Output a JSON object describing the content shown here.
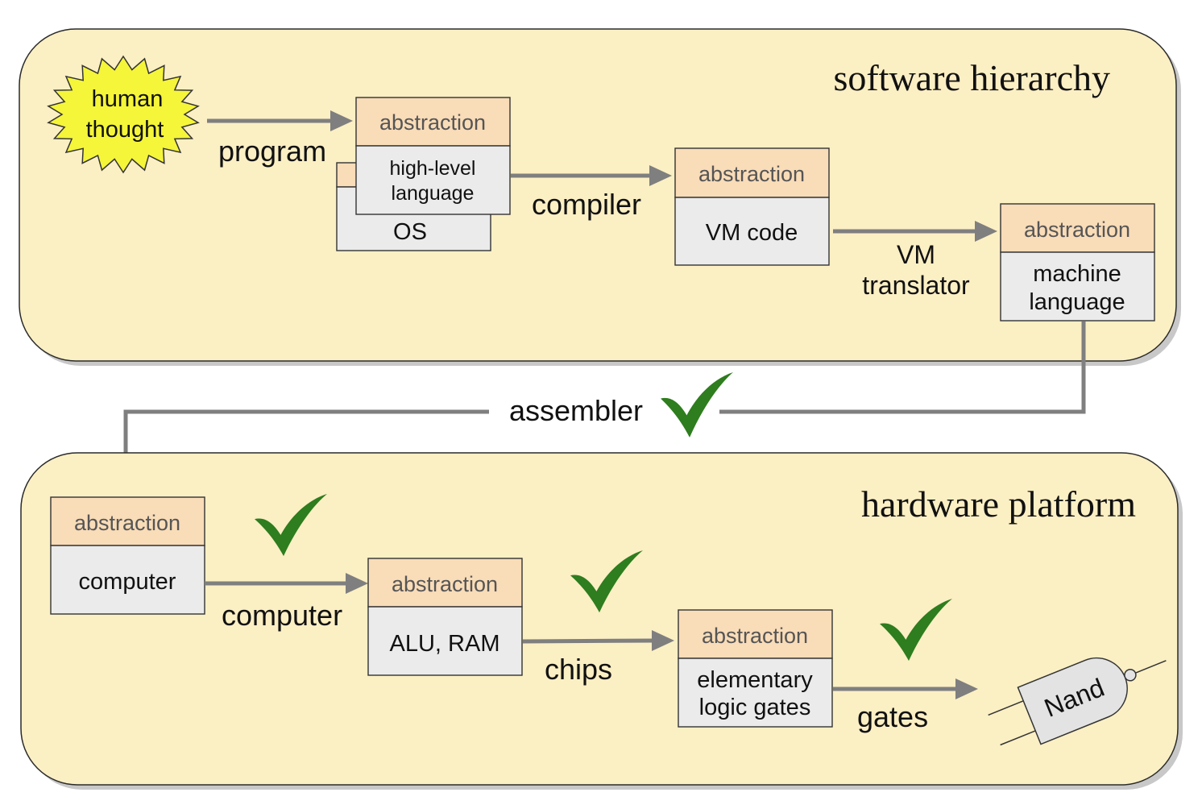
{
  "software": {
    "title": "software hierarchy",
    "thought_lines": [
      "human",
      "thought"
    ],
    "program_label": "program",
    "hll_head": "abstraction",
    "hll_lines": [
      "high-level",
      "language"
    ],
    "os_label": "OS",
    "compiler_label": "compiler",
    "vm_head": "abstraction",
    "vm_body": "VM code",
    "vm_translator_lines": [
      "VM",
      "translator"
    ],
    "ml_head": "abstraction",
    "ml_lines": [
      "machine",
      "language"
    ]
  },
  "assembler_label": "assembler",
  "hardware": {
    "title": "hardware platform",
    "computer_head": "abstraction",
    "computer_body": "computer",
    "computer_label": "computer",
    "alu_head": "abstraction",
    "alu_body": "ALU, RAM",
    "chips_label": "chips",
    "gates_head": "abstraction",
    "gates_lines": [
      "elementary",
      "logic gates"
    ],
    "gates_label": "gates",
    "nand_label": "Nand"
  },
  "colors": {
    "panel_fill": "#fbefc4",
    "abstraction_header": "#f9dcb8",
    "body_fill": "#ebebeb",
    "arrow": "#7f7f7f",
    "checkmark": "#2e7d1e",
    "thought_burst": "#f5f53a"
  }
}
